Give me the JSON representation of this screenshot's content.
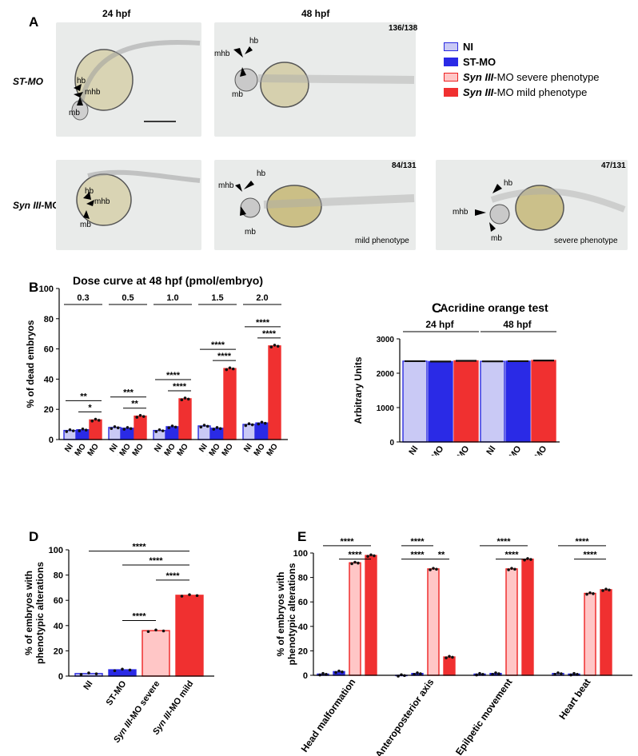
{
  "panelA": {
    "letter": "A",
    "col_24": "24 hpf",
    "col_48": "48 hpf",
    "row1": "ST-MO",
    "row2_prefix": "Syn III",
    "row2_suffix": "-MO",
    "count1": "136/138",
    "count2": "84/131",
    "count3": "47/131",
    "mild": "mild phenotype",
    "severe": "severe phenotype",
    "l_hb": "hb",
    "l_mhb": "mhb",
    "l_mb": "mb"
  },
  "legend": [
    {
      "pre": "NI",
      "ital": "",
      "post": "",
      "color": "#c9c9f5",
      "edge": "#2a2ae0"
    },
    {
      "pre": "ST-MO",
      "ital": "",
      "post": "",
      "color": "#2a2ae6",
      "edge": "#2a2ae6"
    },
    {
      "pre": "",
      "ital": "Syn III",
      "post": "-MO severe phenotype",
      "color": "#ffc6c6",
      "edge": "#ee2222"
    },
    {
      "pre": "",
      "ital": "Syn III",
      "post": "-MO mild phenotype",
      "color": "#f03030",
      "edge": "#f03030"
    }
  ],
  "colors": {
    "NI": "#c9c9f5",
    "NI_edge": "#2a2ae0",
    "ST": "#2a2ae6",
    "SEV": "#ffc6c6",
    "SEV_edge": "#ee2222",
    "MILD": "#f03030"
  },
  "chart_data": [
    {
      "panel": "B",
      "type": "bar",
      "title": "Dose curve at 48 hpf (pmol/embryo)",
      "ylabel": "% of dead embryos",
      "ylim": [
        0,
        100
      ],
      "yticks": [
        0,
        20,
        40,
        60,
        80,
        100
      ],
      "groups": [
        "0.3",
        "0.5",
        "1.0",
        "1.5",
        "2.0"
      ],
      "categories": [
        "NI",
        "ST-MO",
        "Syn III-MO"
      ],
      "series": [
        {
          "name": "NI",
          "values": [
            6,
            8,
            6,
            9,
            10
          ]
        },
        {
          "name": "ST-MO",
          "values": [
            6.5,
            7.5,
            8.5,
            7.5,
            11
          ]
        },
        {
          "name": "Syn III-MO",
          "values": [
            13,
            15.5,
            27,
            47,
            62
          ]
        }
      ],
      "significance": [
        [
          "**",
          "*"
        ],
        [
          "***",
          "**"
        ],
        [
          "****",
          "****"
        ],
        [
          "****",
          "****"
        ],
        [
          "****",
          "****"
        ]
      ]
    },
    {
      "panel": "C",
      "type": "bar",
      "title": "Acridine orange test",
      "ylabel": "Arbitrary Units",
      "ylim": [
        0,
        3000
      ],
      "yticks": [
        0,
        1000,
        2000,
        3000
      ],
      "groups": [
        "24 hpf",
        "48 hpf"
      ],
      "categories": [
        "NI",
        "ST-MO",
        "Syn III-MO"
      ],
      "values": [
        [
          2350,
          2340,
          2360
        ],
        [
          2345,
          2350,
          2370
        ]
      ]
    },
    {
      "panel": "D",
      "type": "bar",
      "ylabel": "% of embryos with phenotypic alterations",
      "ylim": [
        0,
        100
      ],
      "yticks": [
        0,
        20,
        40,
        60,
        80,
        100
      ],
      "categories": [
        "NI",
        "ST-MO",
        "Syn III-MO severe",
        "Syn III-MO mild"
      ],
      "values": [
        2,
        5,
        36,
        64
      ],
      "significance": [
        "****",
        "****",
        "****",
        "****"
      ]
    },
    {
      "panel": "E",
      "type": "bar",
      "ylabel": "% of embryos with phenotypic alterations",
      "ylim": [
        0,
        100
      ],
      "yticks": [
        0,
        20,
        40,
        60,
        80,
        100
      ],
      "categories": [
        "Head malformation",
        "Anteroposterior axis",
        "Epilpetic movement",
        "Heart beat"
      ],
      "series": [
        {
          "name": "NI",
          "values": [
            1,
            0,
            1,
            1.5
          ]
        },
        {
          "name": "ST-MO",
          "values": [
            3,
            1.5,
            1.5,
            1
          ]
        },
        {
          "name": "Syn III-MO severe",
          "values": [
            92,
            87,
            87,
            67
          ]
        },
        {
          "name": "Syn III-MO mild",
          "values": [
            98,
            15,
            95,
            70
          ]
        }
      ],
      "significance": [
        [
          "****",
          "****"
        ],
        [
          "****",
          "****",
          "**"
        ],
        [
          "****",
          "****"
        ],
        [
          "****",
          "****"
        ]
      ]
    }
  ]
}
